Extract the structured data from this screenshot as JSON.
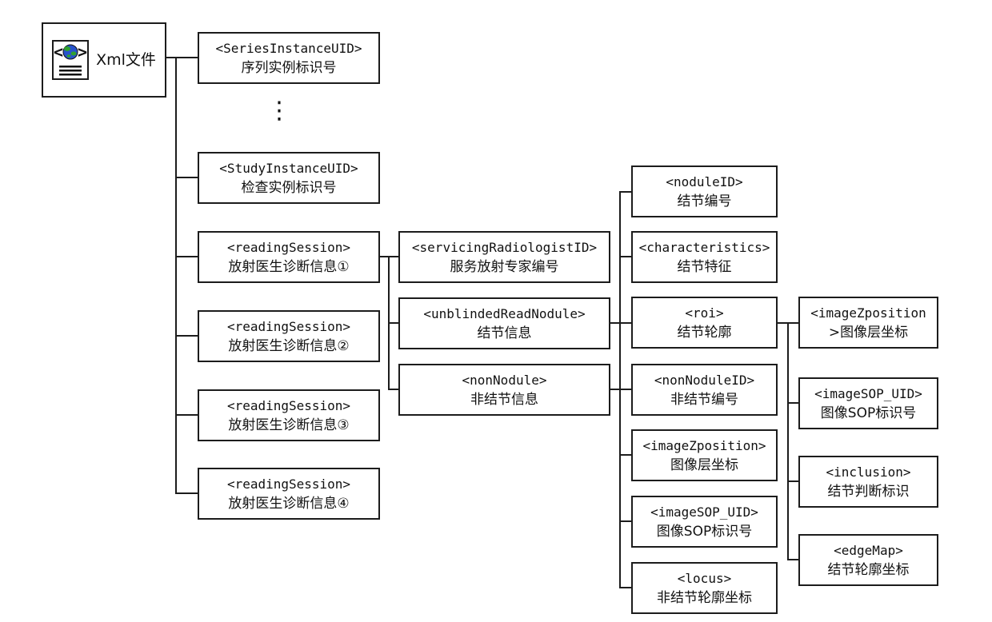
{
  "figure": {
    "type": "xml-structure-tree",
    "root_label": "Xml文件",
    "ellipsis": "⋮"
  },
  "colors": {
    "line": "#1c1c1c",
    "box_background": "#ffffff",
    "globe_blue": "#2753cc",
    "globe_green": "#2fa12f"
  },
  "nodes": {
    "series": {
      "tag": "<SeriesInstanceUID>",
      "label": "序列实例标识号"
    },
    "study": {
      "tag": "<StudyInstanceUID>",
      "label": "检查实例标识号"
    },
    "rs1": {
      "tag": "<readingSession>",
      "label": "放射医生诊断信息①"
    },
    "rs2": {
      "tag": "<readingSession>",
      "label": "放射医生诊断信息②"
    },
    "rs3": {
      "tag": "<readingSession>",
      "label": "放射医生诊断信息③"
    },
    "rs4": {
      "tag": "<readingSession>",
      "label": "放射医生诊断信息④"
    },
    "servicing": {
      "tag": "<servicingRadiologistID>",
      "label": "服务放射专家编号"
    },
    "unblinded": {
      "tag": "<unblindedReadNodule>",
      "label": "结节信息"
    },
    "nonnodule": {
      "tag": "<nonNodule>",
      "label": "非结节信息"
    },
    "noduleid": {
      "tag": "<noduleID>",
      "label": "结节编号"
    },
    "characteristics": {
      "tag": "<characteristics>",
      "label": "结节特征"
    },
    "roi": {
      "tag": "<roi>",
      "label": "结节轮廓"
    },
    "nonnoduleid": {
      "tag": "<nonNoduleID>",
      "label": "非结节编号"
    },
    "imagez1": {
      "tag": "<imageZposition>",
      "label": "图像层坐标"
    },
    "imagesop1": {
      "tag": "<imageSOP_UID>",
      "label": "图像SOP标识号"
    },
    "locus": {
      "tag": "<locus>",
      "label": "非结节轮廓坐标"
    },
    "imagez2": {
      "tag": "<imageZposition",
      "label": ">图像层坐标"
    },
    "imagesop2": {
      "tag": "<imageSOP_UID>",
      "label": "图像SOP标识号"
    },
    "inclusion": {
      "tag": "<inclusion>",
      "label": "结节判断标识"
    },
    "edgemap": {
      "tag": "<edgeMap>",
      "label": "结节轮廓坐标"
    }
  }
}
